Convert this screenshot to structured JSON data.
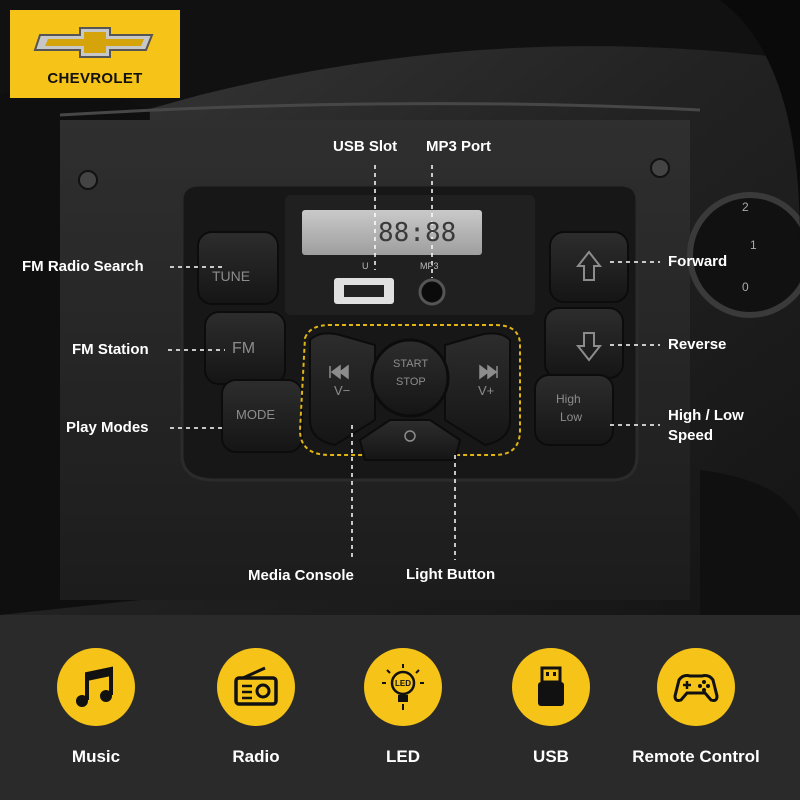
{
  "brand": {
    "name": "CHEVROLET",
    "accent_color": "#f6c318"
  },
  "callouts": {
    "usb_slot": "USB Slot",
    "mp3_port": "MP3 Port",
    "fm_radio_search": "FM Radio Search",
    "fm_station": "FM Station",
    "play_modes": "Play Modes",
    "forward": "Forward",
    "reverse": "Reverse",
    "speed_line1": "High / Low",
    "speed_line2": "Speed",
    "media_console": "Media Console",
    "light_button": "Light Button"
  },
  "console_buttons": {
    "tune": "TUNE",
    "fm": "FM",
    "mode": "MODE",
    "prev_vol": "V−",
    "next_vol": "V+",
    "start": "START",
    "stop": "STOP",
    "high": "High",
    "low": "Low",
    "usb_port_label": "U",
    "mp3_port_label": "MP3",
    "display_digits": "88:88"
  },
  "gauge": {
    "ticks": [
      "2",
      "1",
      "0"
    ]
  },
  "features": [
    {
      "label": "Music",
      "icon": "music-note-icon"
    },
    {
      "label": "Radio",
      "icon": "radio-icon"
    },
    {
      "label": "LED",
      "icon": "led-bulb-icon"
    },
    {
      "label": "USB",
      "icon": "usb-icon"
    },
    {
      "label": "Remote Control",
      "icon": "gamepad-icon"
    }
  ]
}
